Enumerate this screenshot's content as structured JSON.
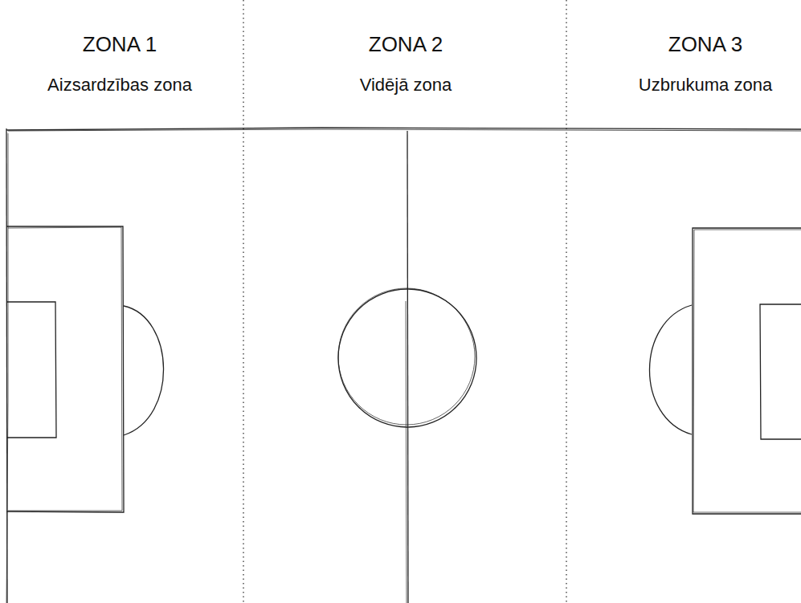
{
  "diagram": {
    "nodes": [
      {
        "text": [
          "ZONA 1",
          "Aizsardzības zona"
        ]
      },
      {
        "text": [
          "ZONA 2",
          "Vidējā zona"
        ]
      },
      {
        "text": [
          "ZONA 3",
          "Uzbrukuma zona"
        ]
      }
    ]
  }
}
